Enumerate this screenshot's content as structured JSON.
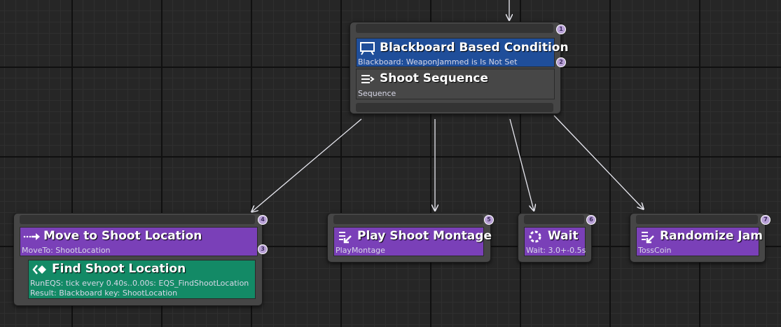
{
  "root": {
    "decorator": {
      "title": "Blackboard Based Condition",
      "subtitle": "Blackboard: WeaponJammed is Is Not Set",
      "icon": "blackboard-icon"
    },
    "composite": {
      "title": "Shoot Sequence",
      "subtitle": "Sequence",
      "icon": "sequence-icon"
    },
    "badges": [
      "1",
      "2"
    ]
  },
  "children": [
    {
      "task": {
        "title": "Move to Shoot Location",
        "subtitle": "MoveTo: ShootLocation",
        "icon": "move-to-icon"
      },
      "service": {
        "title": "Find Shoot Location",
        "line1": "RunEQS: tick every 0.40s..0.00s: EQS_FindShootLocation",
        "line2": "Result: Blackboard key: ShootLocation",
        "icon": "eqs-icon"
      },
      "badges": [
        "4",
        "3"
      ]
    },
    {
      "task": {
        "title": "Play Shoot Montage",
        "subtitle": "PlayMontage",
        "icon": "task-icon"
      },
      "badges": [
        "5"
      ]
    },
    {
      "task": {
        "title": "Wait",
        "subtitle": "Wait: 3.0+-0.5s",
        "icon": "wait-icon"
      },
      "badges": [
        "6"
      ]
    },
    {
      "task": {
        "title": "Randomize Jam",
        "subtitle": "TossCoin",
        "icon": "task-icon"
      },
      "badges": [
        "7"
      ]
    }
  ],
  "colors": {
    "task": "#7a40b8",
    "decorator": "#1f4e9a",
    "service": "#138a66",
    "composite": "#474747",
    "wire": "#e8e8f0"
  }
}
